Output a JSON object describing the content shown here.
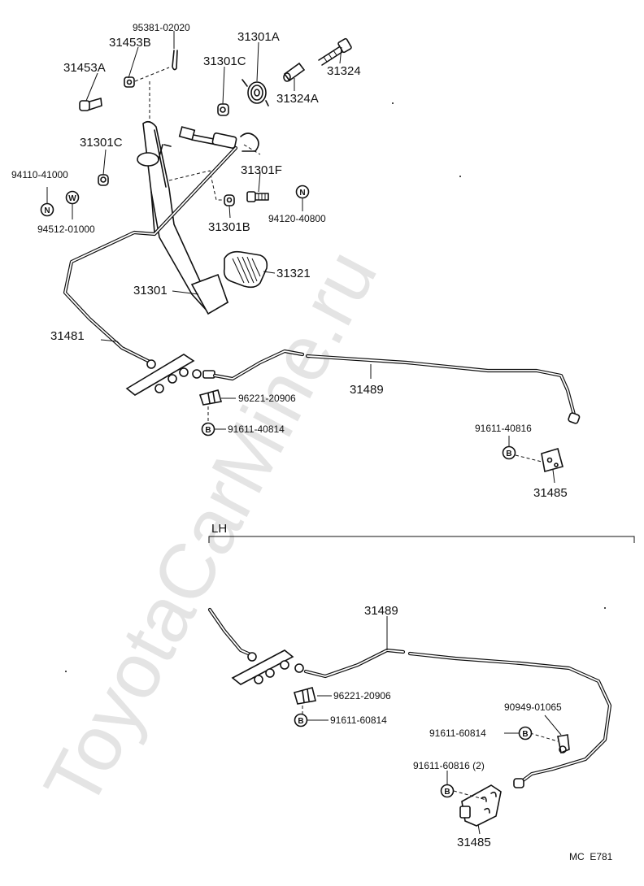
{
  "watermark": "ToyotaCarMine.ru",
  "section_label": "LH",
  "footer_code": "MC  E781",
  "badges": {
    "n": "N",
    "w": "W",
    "b": "B"
  },
  "labels": {
    "p95381": "95381-02020",
    "p31453B": "31453B",
    "p31453A": "31453A",
    "p31301A": "31301A",
    "p31324": "31324",
    "p31301C_top": "31301C",
    "p31324A": "31324A",
    "p31301C_mid": "31301C",
    "p94110": "94110-41000",
    "p31301F": "31301F",
    "p94512": "94512-01000",
    "p94120": "94120-40800",
    "p31301B": "31301B",
    "p31321": "31321",
    "p31301": "31301",
    "p31481": "31481",
    "p31489_top": "31489",
    "p96221_top": "96221-20906",
    "p91611_40814": "91611-40814",
    "p91611_40816": "91611-40816",
    "p31485_top": "31485",
    "p31489_lh": "31489",
    "p96221_lh": "96221-20906",
    "p91611_60814_a": "91611-60814",
    "p90949": "90949-01065",
    "p91611_60814_b": "91611-60814",
    "p91611_60816": "91611-60816 (2)",
    "p31485_lh": "31485"
  }
}
